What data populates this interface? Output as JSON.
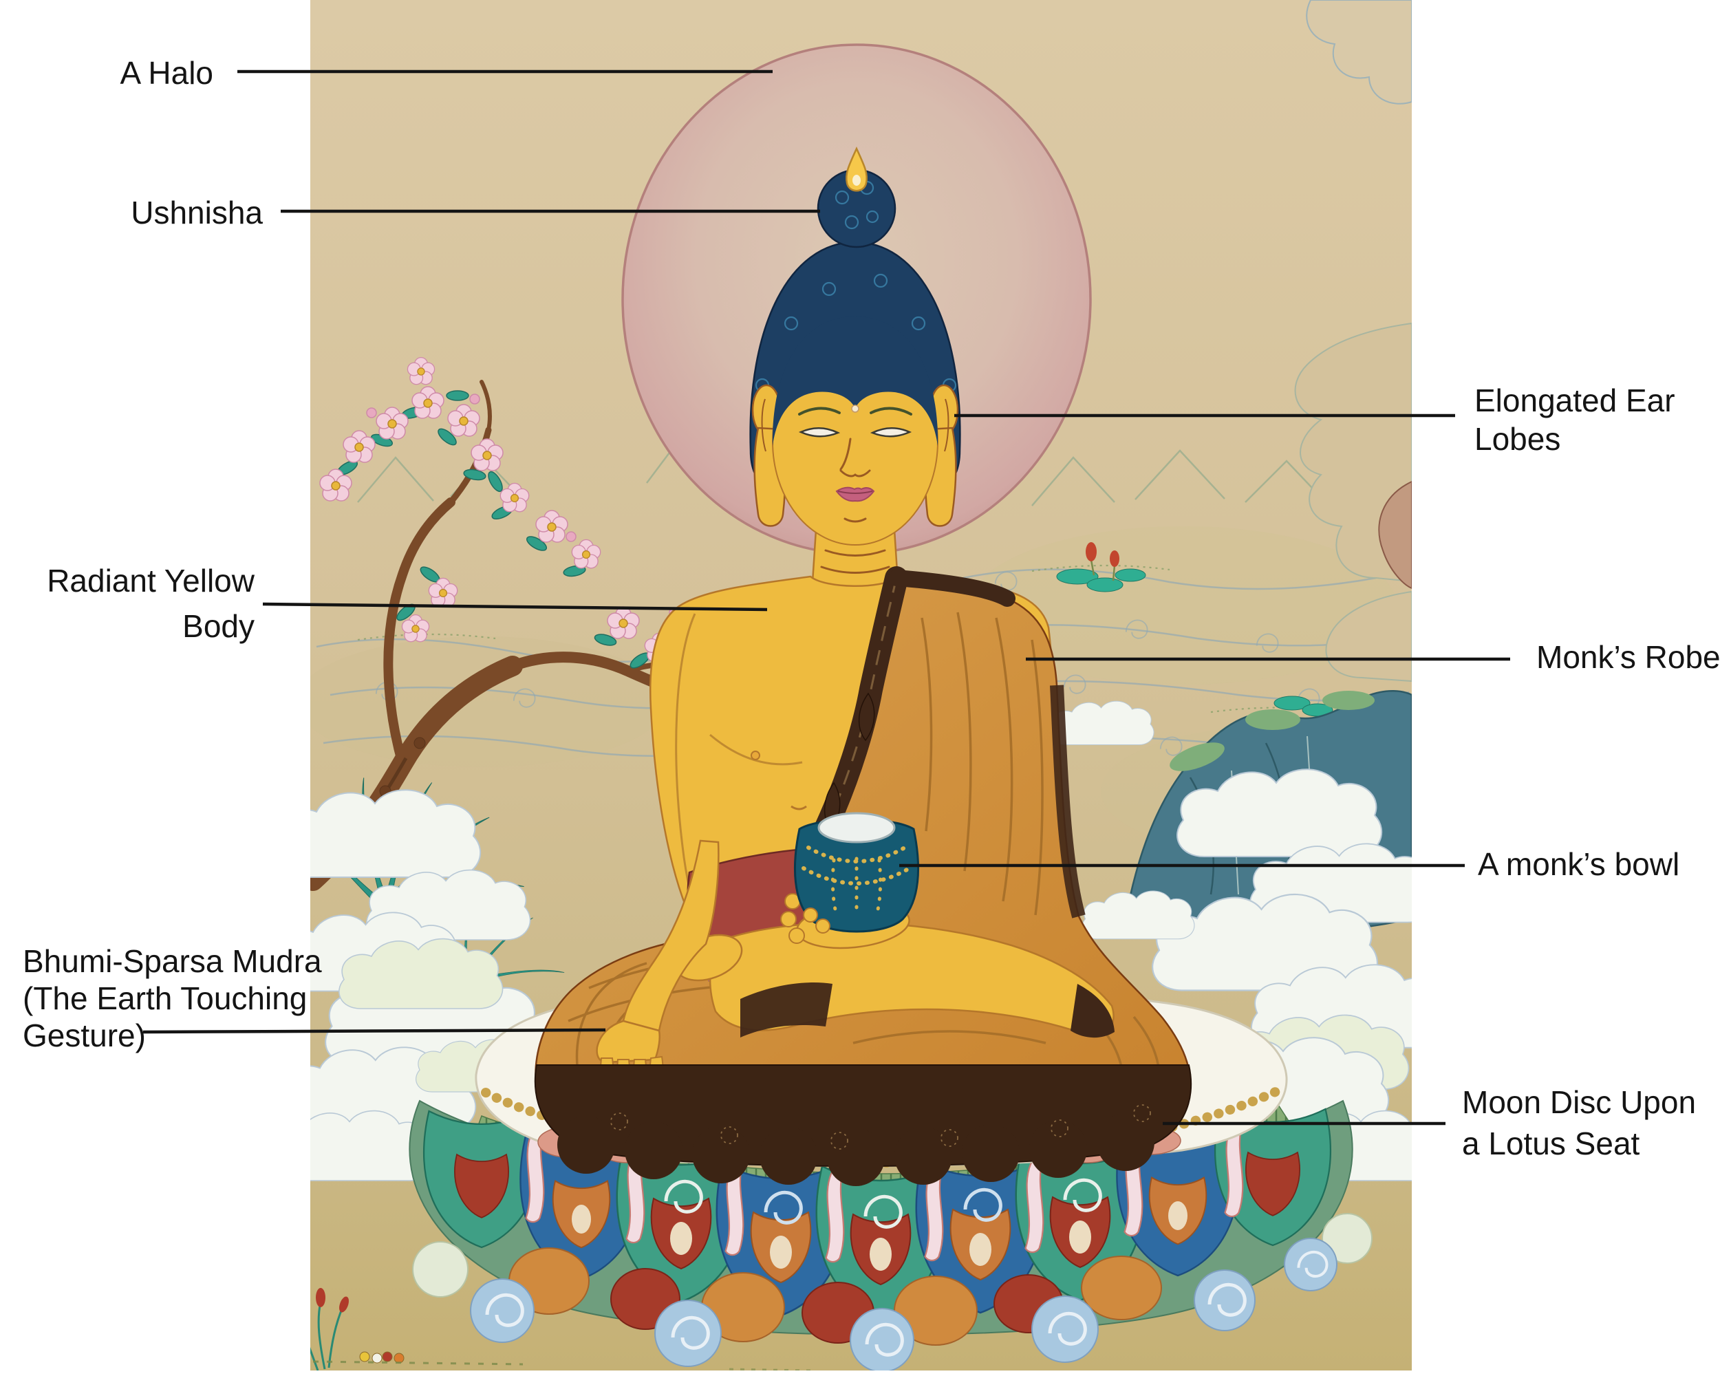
{
  "diagram": {
    "subject": "thangka painting of Buddha Shakyamuni with annotated features"
  },
  "labels": {
    "halo": {
      "text": "A Halo"
    },
    "ushnisha": {
      "text": "Ushnisha"
    },
    "ear_lobes": {
      "line1": "Elongated Ear",
      "line2": "Lobes"
    },
    "body": {
      "line1": "Radiant Yellow",
      "line2": "Body"
    },
    "robe": {
      "text": "Monk’s Robe"
    },
    "bowl": {
      "text": "A monk’s bowl"
    },
    "mudra": {
      "line1": "Bhumi-Sparsa Mudra",
      "line2": "(The Earth Touching",
      "line3": "Gesture)"
    },
    "moon_disc": {
      "line1": "Moon Disc Upon",
      "line2": "a Lotus Seat"
    }
  },
  "colors": {
    "page": "#ffffff",
    "label_text": "#141414",
    "leader_line": "#141414",
    "canvas_top": "#dccaa6",
    "canvas_bottom": "#c5b175",
    "halo_inner": "#dcc8b2",
    "halo_outer": "#d2a8a4",
    "halo_edge": "#b4807c",
    "skin": "#eebb3f",
    "skin_outline": "#b5772a",
    "hair": "#1d3f63",
    "hair_swirl": "#3b82aa",
    "flame": "#f6c84a",
    "robe": "#d0913f",
    "robe_trim": "#402718",
    "sash": "#a5443c",
    "sash_fold": "#d89a84",
    "bowl_body": "#155a72",
    "bowl_opening": "#edf1ee",
    "bowl_gold": "#d9b44c",
    "moon_disc": "#f6f4ea",
    "pearl": "#c9a34c",
    "skirt": "#3c2414",
    "lotus_teal": "#3f9f85",
    "lotus_blue": "#2e6ba3",
    "lotus_red": "#a63b2a",
    "lotus_orange": "#d08a3e",
    "lotus_pink": "#f3dde2",
    "cloud": "#f3f6f0",
    "cloud_edge": "#b9c9d6",
    "crag": "#48798a",
    "blossom": "#f3cfdc",
    "leaf": "#2f9e88",
    "branch": "#7a4a28"
  }
}
